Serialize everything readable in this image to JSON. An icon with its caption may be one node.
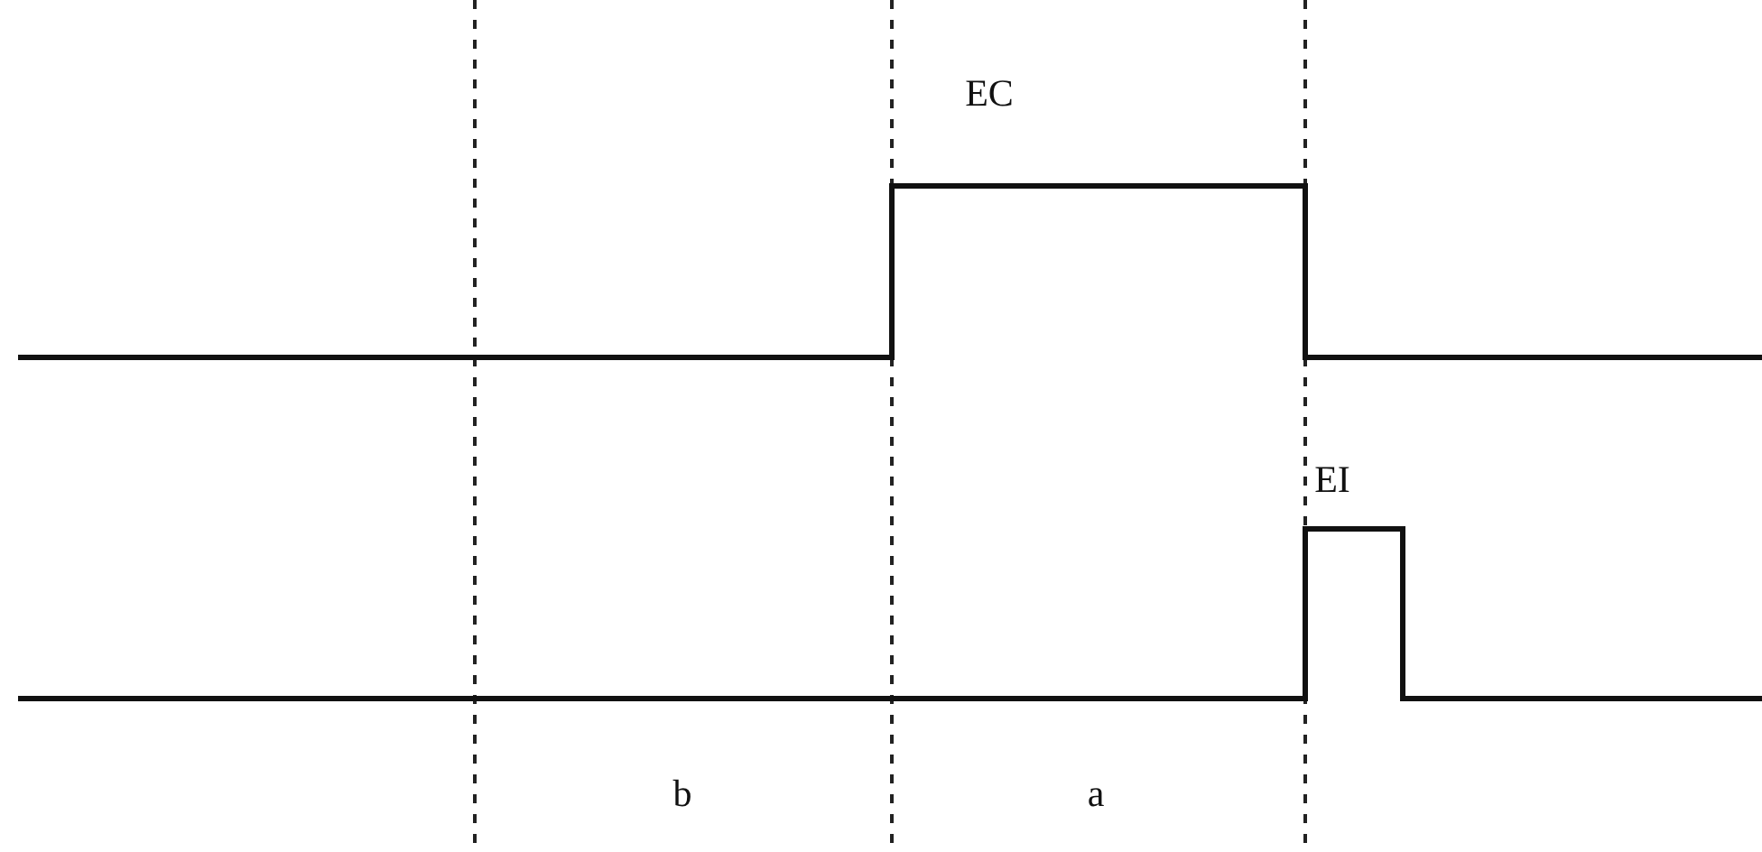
{
  "diagram": {
    "labels": [
      "EC",
      "EI",
      "b",
      "a"
    ]
  }
}
